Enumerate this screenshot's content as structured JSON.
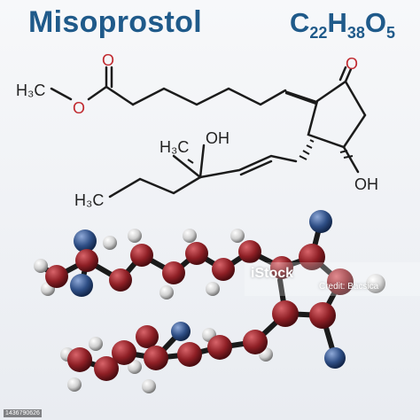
{
  "title": "Misoprostol",
  "formula": {
    "c": "C",
    "c_n": "22",
    "h": "H",
    "h_n": "38",
    "o": "O",
    "o_n": "5"
  },
  "atom_labels": {
    "h3c_ester": "H₃C",
    "o_carbonyl_top": "O",
    "o_ester": "O",
    "o_ketone": "O",
    "ch3_branch": "H₃C",
    "oh_branch": "OH",
    "h3c_tail": "H₃C",
    "oh_ring": "OH"
  },
  "watermark": {
    "brand": "iStock",
    "credit": "Credit: Bacsica"
  },
  "stock_id": "1436790626",
  "colors": {
    "title": "#1f5a8a",
    "bond": "#1b1b1b",
    "oxygen_label": "#c0282e",
    "carbon_atom": "#8e1f25",
    "hydrogen_atom": "#e4e4e4",
    "oxygen_atom": "#2f4f86"
  }
}
